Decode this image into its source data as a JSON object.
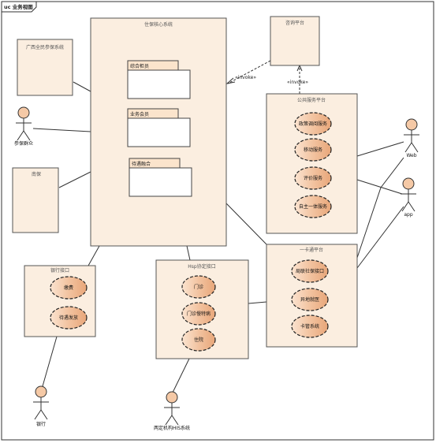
{
  "diagram": {
    "frame_title": "uc 业务视图",
    "systems": {
      "core": "住保核心系统",
      "guangxi": "广西全民参保系统",
      "nanning": "南保",
      "consult": "咨询平台",
      "public": "公共服务平台",
      "bank": "银行接口",
      "hospital": "Hsp协定接口",
      "onecard": "一卡通平台"
    },
    "packages": [
      "综合柜员",
      "业务会员",
      "待遇融合"
    ],
    "public_usecases": [
      "政策调阅服务",
      "移动服务",
      "评价服务",
      "自主一体服务"
    ],
    "bank_usecases": [
      "缴费",
      "待遇发放"
    ],
    "hospital_usecases": [
      "门诊",
      "门诊慢特病",
      "住院"
    ],
    "onecard_usecases": [
      "局联社保接口",
      "异地就医",
      "卡管系统"
    ],
    "actors": {
      "left": "参保群众",
      "web": "Web",
      "app": "app",
      "bank": "银行",
      "his": "两定机构HIS系统"
    },
    "stereotypes": [
      "«invoke»",
      "«invoke»"
    ]
  }
}
